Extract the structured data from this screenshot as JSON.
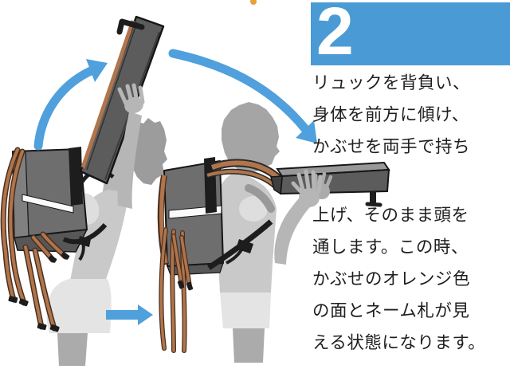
{
  "colors": {
    "accent_blue": "#4A9BD5",
    "arrow_blue": "#4FA0DC",
    "text_dark": "#1F1F1F",
    "strap_orange": "#B0754C",
    "strap_outline": "#4A2F1E",
    "flap_gray": "#5C5C5C",
    "bag_gray": "#6E6E6E",
    "bag_dark": "#575757",
    "outline_black": "#161616",
    "skin_gray": "#B6B6B6",
    "hair_gray": "#9C9C9C",
    "hair_gray2": "#A5A5A5",
    "shirt_gray": "#C9C9C9",
    "shorts_gray": "#E4E4E4",
    "leg_gray": "#ABABAB",
    "stripe_white": "#FAFAFA",
    "tag_orange": "#E3A23C"
  },
  "step_badge": {
    "number": "2"
  },
  "instructions": {
    "para1": [
      "リュックを背負い、",
      "身体を前方に傾け、",
      "かぶせを両手で持ち"
    ],
    "para2": [
      "上げ、そのまま頭を",
      "通します。この時、",
      "かぶせのオレンジ色",
      "の面とネーム札が見",
      "える状態になります。"
    ]
  },
  "illustration": {
    "figures": [
      {
        "id": "step1-pose",
        "description": "child bent forward lifting backpack flap high overhead"
      },
      {
        "id": "step2-pose",
        "description": "child passing flap over head, holding it in front with both hands"
      }
    ],
    "arrows": [
      {
        "name": "lift-up-curved-arrow",
        "direction": "up-right"
      },
      {
        "name": "flip-over-curved-arrow",
        "direction": "down-right"
      },
      {
        "name": "next-step-arrow",
        "direction": "right"
      }
    ]
  }
}
